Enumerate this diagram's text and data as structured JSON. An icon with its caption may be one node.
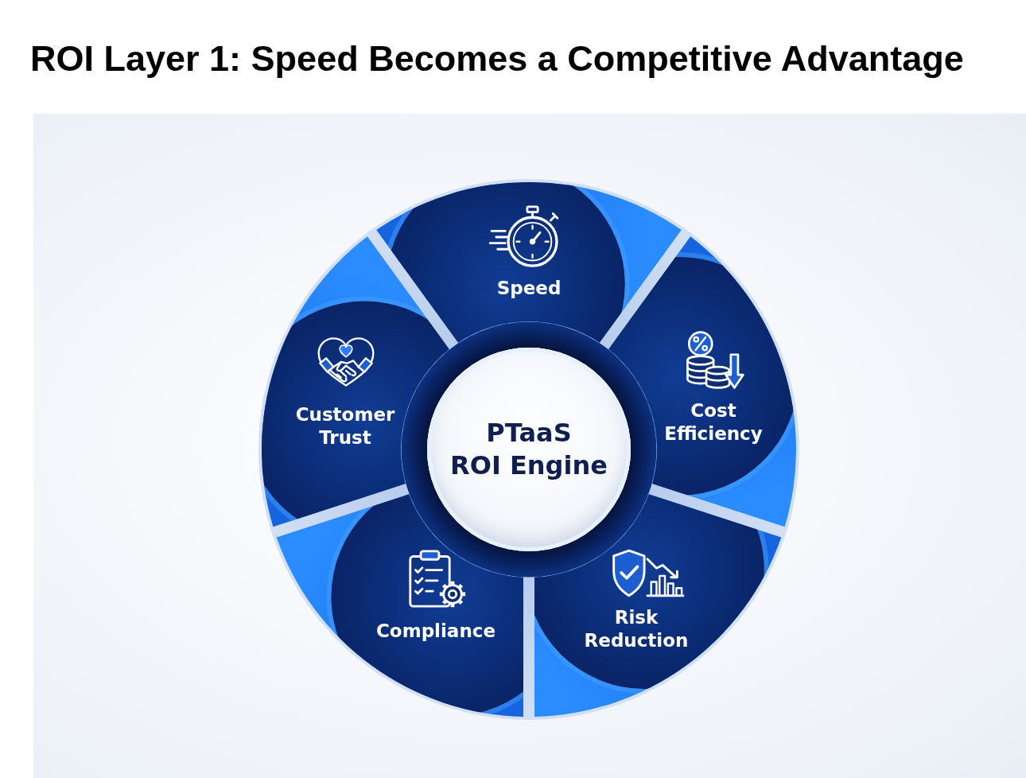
{
  "diagram": {
    "title": "ROI Layer 1: Speed Becomes a Competitive Advantage",
    "nodes": [
      {
        "text": [
          "PTaaS ROI Engine"
        ]
      },
      {
        "text": [
          "Speed"
        ]
      },
      {
        "text": [
          "Cost Efficiency"
        ]
      },
      {
        "text": [
          "Risk Reduction"
        ]
      },
      {
        "text": [
          "Compliance"
        ]
      },
      {
        "text": [
          "Customer Trust"
        ]
      }
    ]
  }
}
